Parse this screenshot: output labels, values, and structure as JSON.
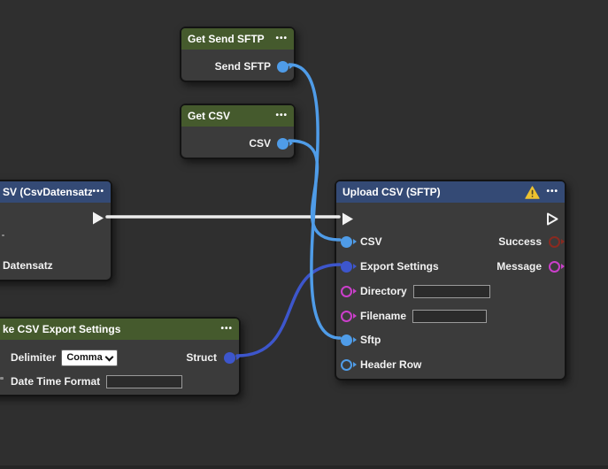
{
  "icons": {
    "menu": "•••",
    "warning": "warning-triangle"
  },
  "colors": {
    "canvas_bg": "#2f2f2f",
    "node_body": "#3b3b3b",
    "header_green": "#455a2d",
    "header_blue": "#344a75",
    "wire_exec": "#ececec",
    "wire_blue": "#4f9ce8",
    "wire_indigo": "#3d56cc",
    "port_blue": "#4f9ce8",
    "port_indigo": "#3d56cc",
    "port_magenta": "#cb3fcb",
    "port_red": "#8a2a20",
    "warning_yellow": "#edc230"
  },
  "nodes": {
    "get_send_sftp": {
      "title": "Get Send SFTP",
      "menu": "•••",
      "outputs": [
        {
          "label": "Send SFTP",
          "type": "blue-filled"
        }
      ]
    },
    "get_csv": {
      "title": "Get CSV",
      "menu": "•••",
      "outputs": [
        {
          "label": "CSV",
          "type": "blue-filled"
        }
      ]
    },
    "csv_datensatz": {
      "title": "SV (CsvDatensatz)",
      "menu": "•••",
      "has_exec_output": true,
      "rows": [
        {
          "label": "Datensatz"
        }
      ]
    },
    "upload_csv_sftp": {
      "title": "Upload CSV (SFTP)",
      "menu": "•••",
      "has_warning": true,
      "has_exec_input": true,
      "has_exec_output": true,
      "inputs": [
        {
          "label": "CSV",
          "type": "blue-filled"
        },
        {
          "label": "Export Settings",
          "type": "indigo-filled"
        },
        {
          "label": "Directory",
          "type": "magenta-outline",
          "value": ""
        },
        {
          "label": "Filename",
          "type": "magenta-outline",
          "value": ""
        },
        {
          "label": "Sftp",
          "type": "blue-filled"
        },
        {
          "label": "Header Row",
          "type": "blue-outline"
        }
      ],
      "outputs": [
        {
          "label": "Success",
          "type": "red-outline"
        },
        {
          "label": "Message",
          "type": "magenta-outline"
        }
      ]
    },
    "make_csv_export_settings": {
      "title": "ke CSV Export Settings",
      "menu": "•••",
      "fields": [
        {
          "label": "Delimiter",
          "control": "select",
          "value": "Comma"
        },
        {
          "label": "Date Time Format",
          "control": "text",
          "value": ""
        }
      ],
      "outputs": [
        {
          "label": "Struct",
          "type": "indigo-filled"
        }
      ]
    }
  },
  "connections": [
    {
      "from": "SV (CsvDatensatz) exec-out",
      "to": "Upload CSV (SFTP) exec-in",
      "color": "#ececec"
    },
    {
      "from": "Get Send SFTP / Send SFTP",
      "to": "Upload CSV (SFTP) / Sftp",
      "color": "#4f9ce8"
    },
    {
      "from": "Get CSV / CSV",
      "to": "Upload CSV (SFTP) / CSV",
      "color": "#4f9ce8"
    },
    {
      "from": "Make CSV Export Settings / Struct",
      "to": "Upload CSV (SFTP) / Export Settings",
      "color": "#3d56cc"
    }
  ]
}
